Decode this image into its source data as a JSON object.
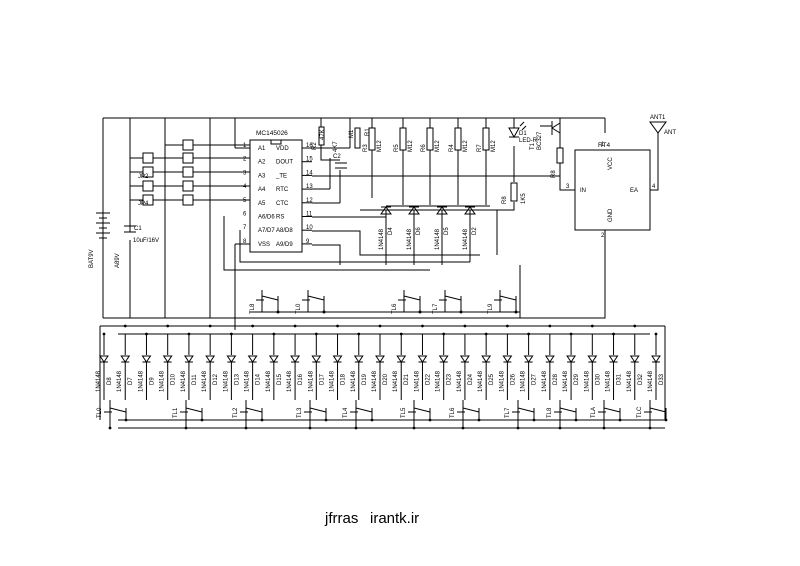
{
  "footer": {
    "author": "jfrras",
    "site": "irantk.ir"
  },
  "ic1": {
    "name": "MC145026",
    "pins_left": [
      {
        "num": "1",
        "label": "A1"
      },
      {
        "num": "2",
        "label": "A2"
      },
      {
        "num": "3",
        "label": "A3"
      },
      {
        "num": "4",
        "label": "A4"
      },
      {
        "num": "5",
        "label": "A5"
      },
      {
        "num": "6",
        "label": "A6/D6"
      },
      {
        "num": "7",
        "label": "A7/D7"
      },
      {
        "num": "8",
        "label": "VSS"
      }
    ],
    "pins_right": [
      {
        "num": "16",
        "label": "VDD"
      },
      {
        "num": "15",
        "label": "DOUT"
      },
      {
        "num": "14",
        "label": "_TE"
      },
      {
        "num": "13",
        "label": "RTC"
      },
      {
        "num": "12",
        "label": "CTC"
      },
      {
        "num": "11",
        "label": "RS"
      },
      {
        "num": "10",
        "label": "A8/D8"
      },
      {
        "num": "9",
        "label": "A9/D9"
      }
    ]
  },
  "rf_module": {
    "name": "RT4",
    "vcc": "VCC",
    "in": "IN",
    "ea": "EA",
    "gnd": "GND",
    "pin1": "1",
    "pin2": "2",
    "pin3": "3",
    "pin4": "4"
  },
  "antenna": {
    "ref": "ANT1",
    "label": "ANT"
  },
  "battery": {
    "ref": "BAT9V",
    "value": "A89V"
  },
  "cap1": {
    "ref": "C1",
    "value": "10uF/16V"
  },
  "cap2": {
    "ref": "C2"
  },
  "transistor": {
    "ref": "T1",
    "part": "BC327"
  },
  "led": {
    "ref": "D1",
    "part": "LED-R"
  },
  "resistors": [
    {
      "ref": "R2",
      "value": "4K7"
    },
    {
      "ref": "R1",
      "value": "M1"
    },
    {
      "ref": "R3",
      "value": "M12"
    },
    {
      "ref": "R5",
      "value": "M12"
    },
    {
      "ref": "R6",
      "value": "M12"
    },
    {
      "ref": "R4",
      "value": "M12"
    },
    {
      "ref": "R7",
      "value": "M12"
    }
  ],
  "r8": {
    "ref": "R8",
    "value": "1K5"
  },
  "r9": {
    "ref": "R9",
    "value": "47K"
  },
  "r8b": {
    "ref": "R8"
  },
  "jumpers": [
    "JP2",
    "JP4"
  ],
  "diodes_top": [
    {
      "part": "1N4148",
      "ref": "D4"
    },
    {
      "part": "1N4148",
      "ref": "D6"
    },
    {
      "part": "1N4148",
      "ref": "D5"
    },
    {
      "part": "1N4148",
      "ref": "D2"
    }
  ],
  "switches_mid": [
    "TL8",
    "TL0",
    "TL6",
    "TL7",
    "TL9"
  ],
  "diodes_bottom": [
    {
      "part": "1N4148",
      "ref": "D8"
    },
    {
      "part": "1N4148",
      "ref": "D7"
    },
    {
      "part": "1N4148",
      "ref": "D9"
    },
    {
      "part": "1N4148",
      "ref": "D10"
    },
    {
      "part": "1N4148",
      "ref": "D11"
    },
    {
      "part": "1N4148",
      "ref": "D12"
    },
    {
      "part": "1N4148",
      "ref": "D13"
    },
    {
      "part": "1N4148",
      "ref": "D14"
    },
    {
      "part": "1N4148",
      "ref": "D15"
    },
    {
      "part": "1N4148",
      "ref": "D16"
    },
    {
      "part": "1N4148",
      "ref": "D17"
    },
    {
      "part": "1N4148",
      "ref": "D18"
    },
    {
      "part": "1N4148",
      "ref": "D19"
    },
    {
      "part": "1N4148",
      "ref": "D20"
    },
    {
      "part": "1N4148",
      "ref": "D21"
    },
    {
      "part": "1N4148",
      "ref": "D22"
    },
    {
      "part": "1N4148",
      "ref": "D23"
    },
    {
      "part": "1N4148",
      "ref": "D24"
    },
    {
      "part": "1N4148",
      "ref": "D25"
    },
    {
      "part": "1N4148",
      "ref": "D26"
    },
    {
      "part": "1N4148",
      "ref": "D27"
    },
    {
      "part": "1N4148",
      "ref": "D28"
    },
    {
      "part": "1N4148",
      "ref": "D29"
    },
    {
      "part": "1N4148",
      "ref": "D30"
    },
    {
      "part": "1N4148",
      "ref": "D31"
    },
    {
      "part": "1N4148",
      "ref": "D32"
    },
    {
      "part": "1N4148",
      "ref": "D33"
    }
  ],
  "switches_bottom": [
    "TL0",
    "TL1",
    "TL2",
    "TL3",
    "TL4",
    "TL5",
    "TL6",
    "TL7",
    "TL8",
    "TLA",
    "TLC"
  ]
}
